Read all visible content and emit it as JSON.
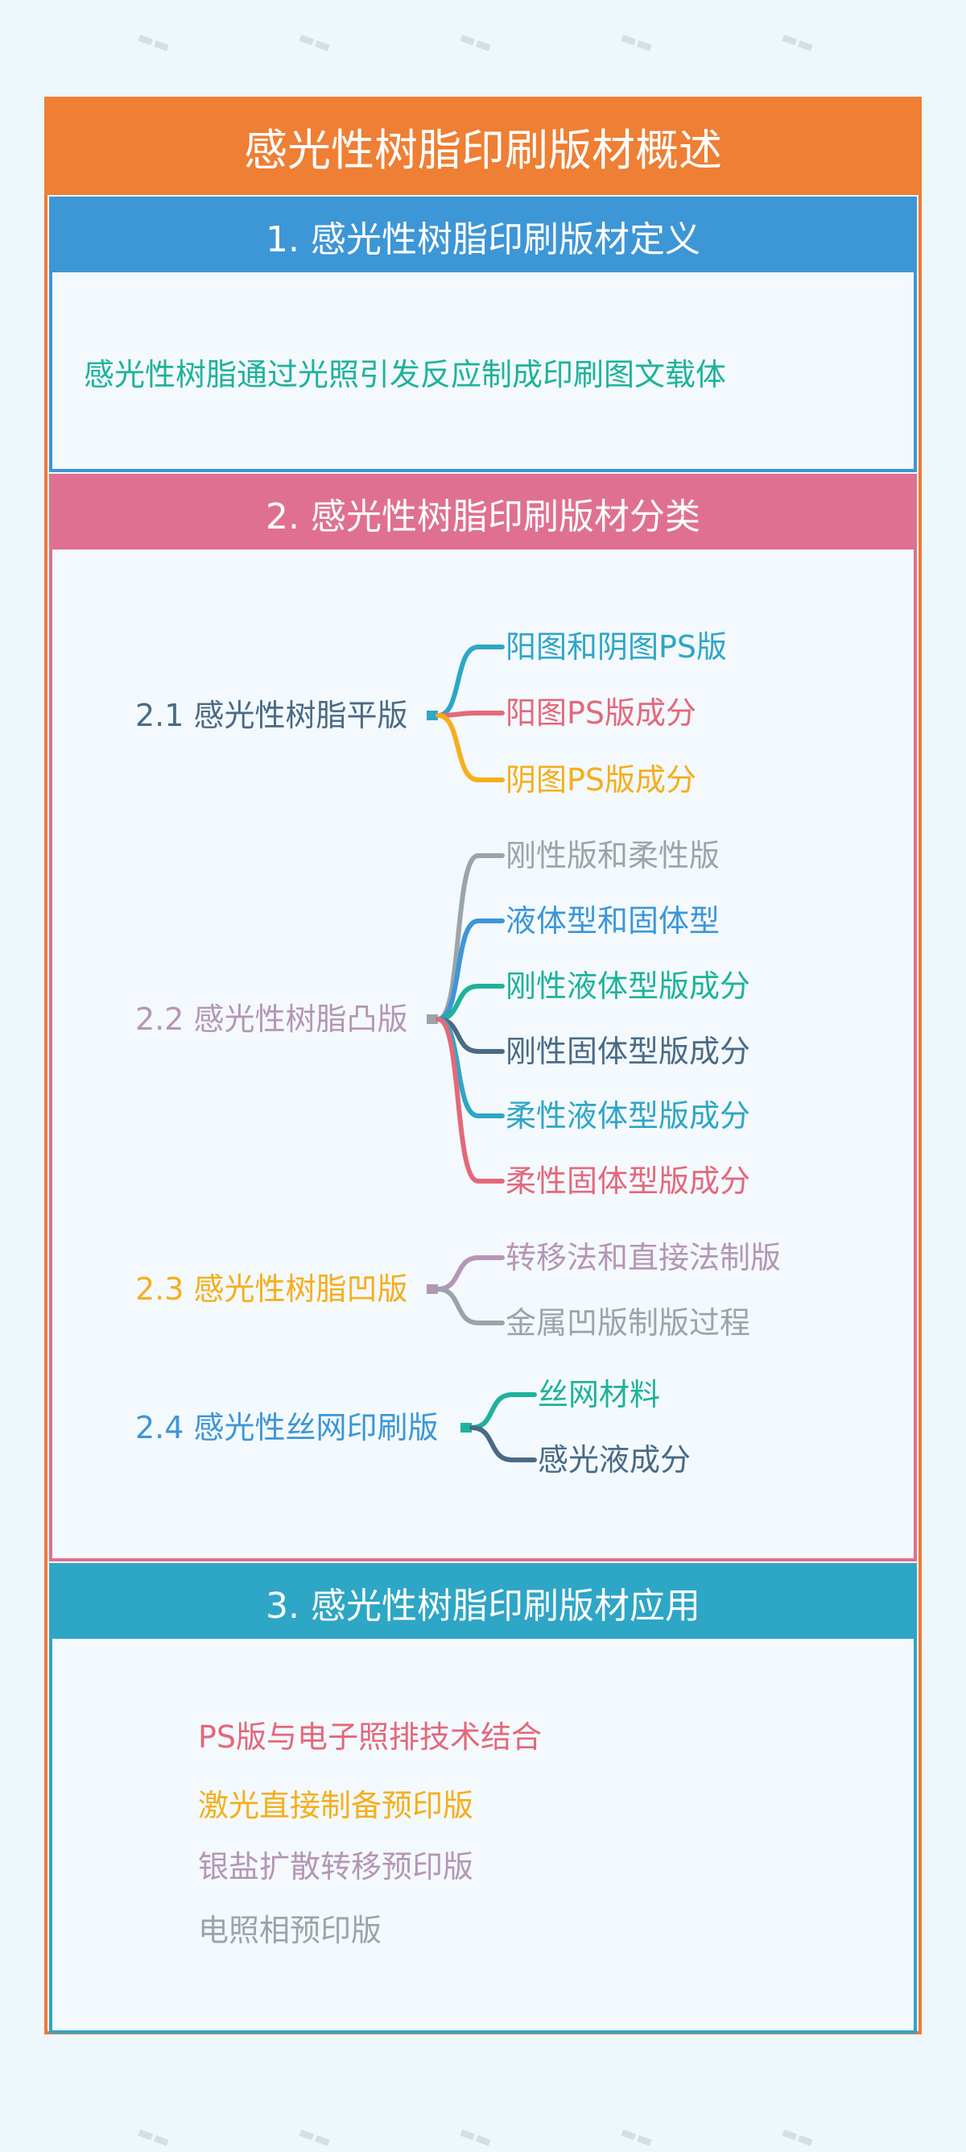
{
  "title": "感光性树脂印刷版材概述",
  "sections": [
    {
      "heading": "1. 感光性树脂印刷版材定义",
      "content": "感光性树脂通过光照引发反应制成印刷图文载体"
    },
    {
      "heading": "2. 感光性树脂印刷版材分类",
      "groups": [
        {
          "label": "2.1 感光性树脂平版",
          "color": "#4a6a85",
          "children": [
            {
              "label": "阳图和阴图PS版",
              "color": "#2ea6c6"
            },
            {
              "label": "阳图PS版成分",
              "color": "#e4687a"
            },
            {
              "label": "阴图PS版成分",
              "color": "#f6ae1c"
            }
          ]
        },
        {
          "label": "2.2 感光性树脂凸版",
          "color": "#b596b4",
          "children": [
            {
              "label": "刚性版和柔性版",
              "color": "#9aa5a8"
            },
            {
              "label": "液体型和固体型",
              "color": "#3d96d6"
            },
            {
              "label": "刚性液体型版成分",
              "color": "#1fb29a"
            },
            {
              "label": "刚性固体型版成分",
              "color": "#4a6a85"
            },
            {
              "label": "柔性液体型版成分",
              "color": "#2ea6c6"
            },
            {
              "label": "柔性固体型版成分",
              "color": "#e4687a"
            }
          ]
        },
        {
          "label": "2.3 感光性树脂凹版",
          "color": "#f6ae1c",
          "children": [
            {
              "label": "转移法和直接法制版",
              "color": "#b596b4"
            },
            {
              "label": "金属凹版制版过程",
              "color": "#9aa5a8"
            }
          ]
        },
        {
          "label": "2.4 感光性丝网印刷版",
          "color": "#3d96d6",
          "children": [
            {
              "label": "丝网材料",
              "color": "#1fb29a"
            },
            {
              "label": "感光液成分",
              "color": "#4a6a85"
            }
          ]
        }
      ]
    },
    {
      "heading": "3. 感光性树脂印刷版材应用",
      "items": [
        {
          "label": "PS版与电子照排技术结合",
          "color": "#e4687a"
        },
        {
          "label": "激光直接制备预印版",
          "color": "#f6ae1c"
        },
        {
          "label": "银盐扩散转移预印版",
          "color": "#b596b4"
        },
        {
          "label": "电照相预印版",
          "color": "#9aa5a8"
        }
      ]
    }
  ]
}
